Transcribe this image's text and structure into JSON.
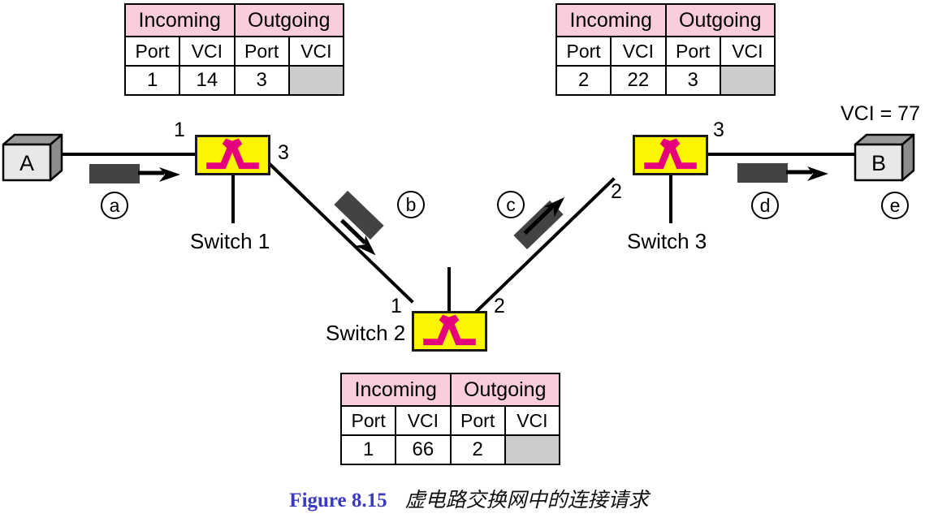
{
  "figure": {
    "number": "Figure 8.15",
    "caption": "虚电路交换网中的连接请求"
  },
  "colors": {
    "table_header_pink": "#f9cddc",
    "table_blank_gray": "#cccccc",
    "switch_yellow": "#fdf500",
    "switch_symbol_magenta": "#e5007e",
    "packet_dark": "#434343",
    "host_gray": "#e0e0e0",
    "caption_blue": "#3b3bbf",
    "line_black": "#000000"
  },
  "tables": [
    {
      "id": "switch1-table",
      "group_headers": [
        "Incoming",
        "Outgoing"
      ],
      "sub_headers": [
        "Port",
        "VCI",
        "Port",
        "VCI"
      ],
      "row": [
        "1",
        "14",
        "3",
        ""
      ],
      "blank_last_cell": true
    },
    {
      "id": "switch3-table",
      "group_headers": [
        "Incoming",
        "Outgoing"
      ],
      "sub_headers": [
        "Port",
        "VCI",
        "Port",
        "VCI"
      ],
      "row": [
        "2",
        "22",
        "3",
        ""
      ],
      "blank_last_cell": true
    },
    {
      "id": "switch2-table",
      "group_headers": [
        "Incoming",
        "Outgoing"
      ],
      "sub_headers": [
        "Port",
        "VCI",
        "Port",
        "VCI"
      ],
      "row": [
        "1",
        "66",
        "2",
        ""
      ],
      "blank_last_cell": true
    }
  ],
  "hosts": [
    {
      "id": "host-a",
      "label": "A"
    },
    {
      "id": "host-b",
      "label": "B"
    }
  ],
  "switches": [
    {
      "id": "switch-1",
      "label": "Switch 1",
      "ports": {
        "in": "1",
        "out": "3"
      }
    },
    {
      "id": "switch-2",
      "label": "Switch 2",
      "ports": {
        "in": "1",
        "out": "2"
      }
    },
    {
      "id": "switch-3",
      "label": "Switch 3",
      "ports": {
        "in": "2",
        "out": "3"
      }
    }
  ],
  "ports": {
    "s1_left": "1",
    "s1_right": "3",
    "s2_left": "1",
    "s2_right": "2",
    "s3_left": "2",
    "s3_right": "3"
  },
  "annotations": {
    "vci_b": "VCI = 77"
  },
  "steps": [
    {
      "id": "step-a",
      "label": "a"
    },
    {
      "id": "step-b",
      "label": "b"
    },
    {
      "id": "step-c",
      "label": "c"
    },
    {
      "id": "step-d",
      "label": "d"
    },
    {
      "id": "step-e",
      "label": "e"
    }
  ],
  "icons": {
    "switch_symbol": "switch-crossbar-icon",
    "packet": "packet-block-icon",
    "arrow": "arrow-right-icon"
  }
}
